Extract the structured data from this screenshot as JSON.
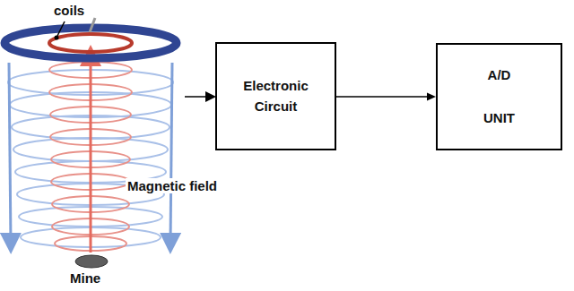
{
  "diagram": {
    "nodes": [
      {
        "text": [
          "Electronic Circuit"
        ]
      },
      {
        "text": [
          "A/D",
          "UNIT"
        ]
      }
    ],
    "edges": [
      {
        "from": 0,
        "to": 1,
        "arrow": "to"
      }
    ],
    "labels": [
      "coils",
      "Magnetic field",
      "Mine"
    ]
  }
}
